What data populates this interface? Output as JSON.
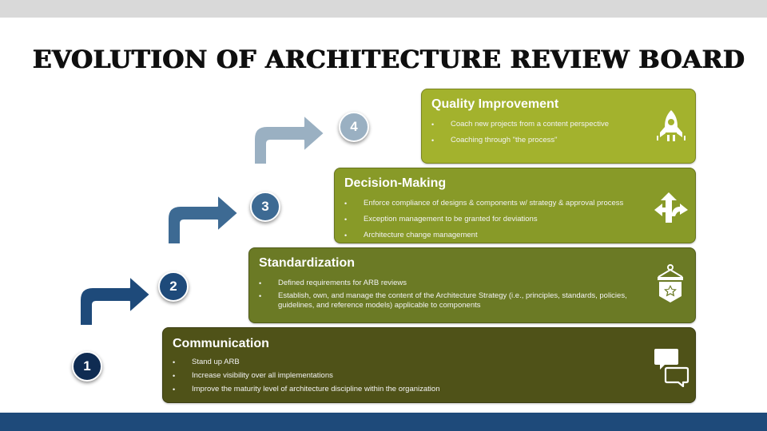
{
  "title": "EVOLUTION OF ARCHITECTURE REVIEW BOARD",
  "steps": [
    "1",
    "2",
    "3",
    "4"
  ],
  "colors": {
    "step1": "#0f2c52",
    "step2": "#1e4a7a",
    "step3": "#3d6a93",
    "step4": "#9ab0c2",
    "panel1": "#4f5218",
    "panel2": "#6b7a25",
    "panel3": "#889a28",
    "panel4": "#a3b22d"
  },
  "panels": {
    "communication": {
      "title": "Communication",
      "icon": "chat-bubbles-icon",
      "bullets": [
        "Stand up ARB",
        "Increase visibility over all implementations",
        "Improve the maturity level of architecture discipline within the organization"
      ]
    },
    "standardization": {
      "title": "Standardization",
      "icon": "star-badge-icon",
      "bullets": [
        "Defined requirements for ARB reviews",
        "Establish, own, and manage the content of the Architecture Strategy (i.e., principles, standards, policies, guidelines, and reference models) applicable to components"
      ]
    },
    "decision_making": {
      "title": "Decision-Making",
      "icon": "split-arrows-icon",
      "bullets": [
        "Enforce compliance of designs & components w/ strategy & approval process",
        "Exception management to be granted for deviations",
        "Architecture change management"
      ]
    },
    "quality_improvement": {
      "title": "Quality Improvement",
      "icon": "rocket-icon",
      "bullets": [
        "Coach new projects from a content perspective",
        "Coaching through \"the process\""
      ]
    }
  }
}
